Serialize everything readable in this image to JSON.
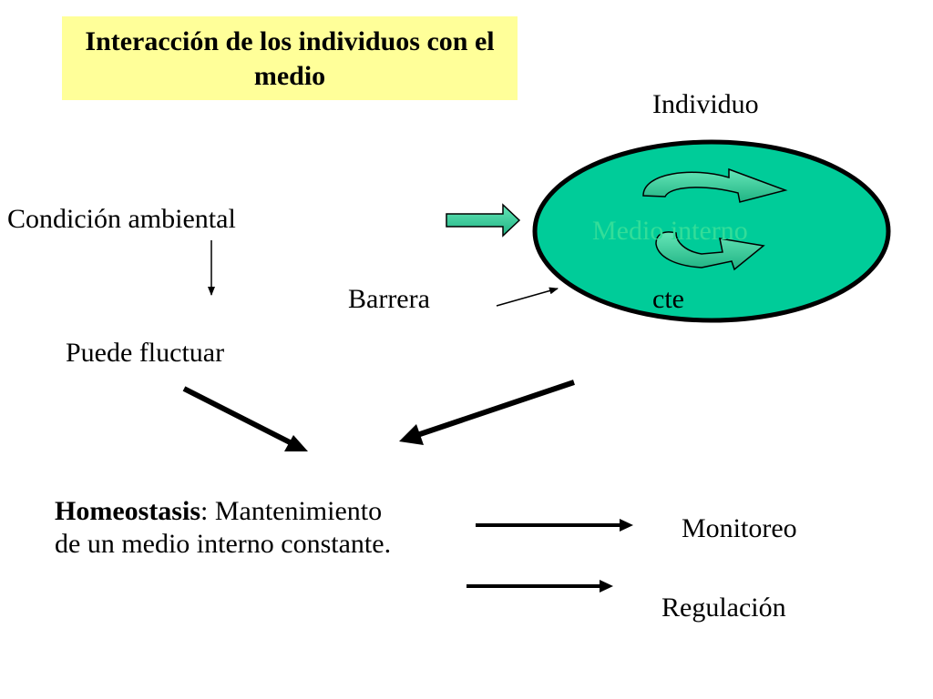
{
  "title": "Interacción de los individuos con el medio",
  "labels": {
    "individuo": "Individuo",
    "condicion": "Condición ambiental",
    "barrera": "Barrera",
    "cte": "cte",
    "fluctuar": "Puede fluctuar",
    "medio_interno": "Medio interno",
    "monitoreo": "Monitoreo",
    "regulacion": "Regulación"
  },
  "homeostasis": {
    "term": "Homeostasis",
    "definition_line1": ": Mantenimiento",
    "definition_line2": "de un medio interno constante."
  },
  "colors": {
    "title_background": "#ffff99",
    "cell_fill": "#00cc99",
    "arrow_fill": "#33cc99",
    "medio_text": "#33dd99"
  }
}
